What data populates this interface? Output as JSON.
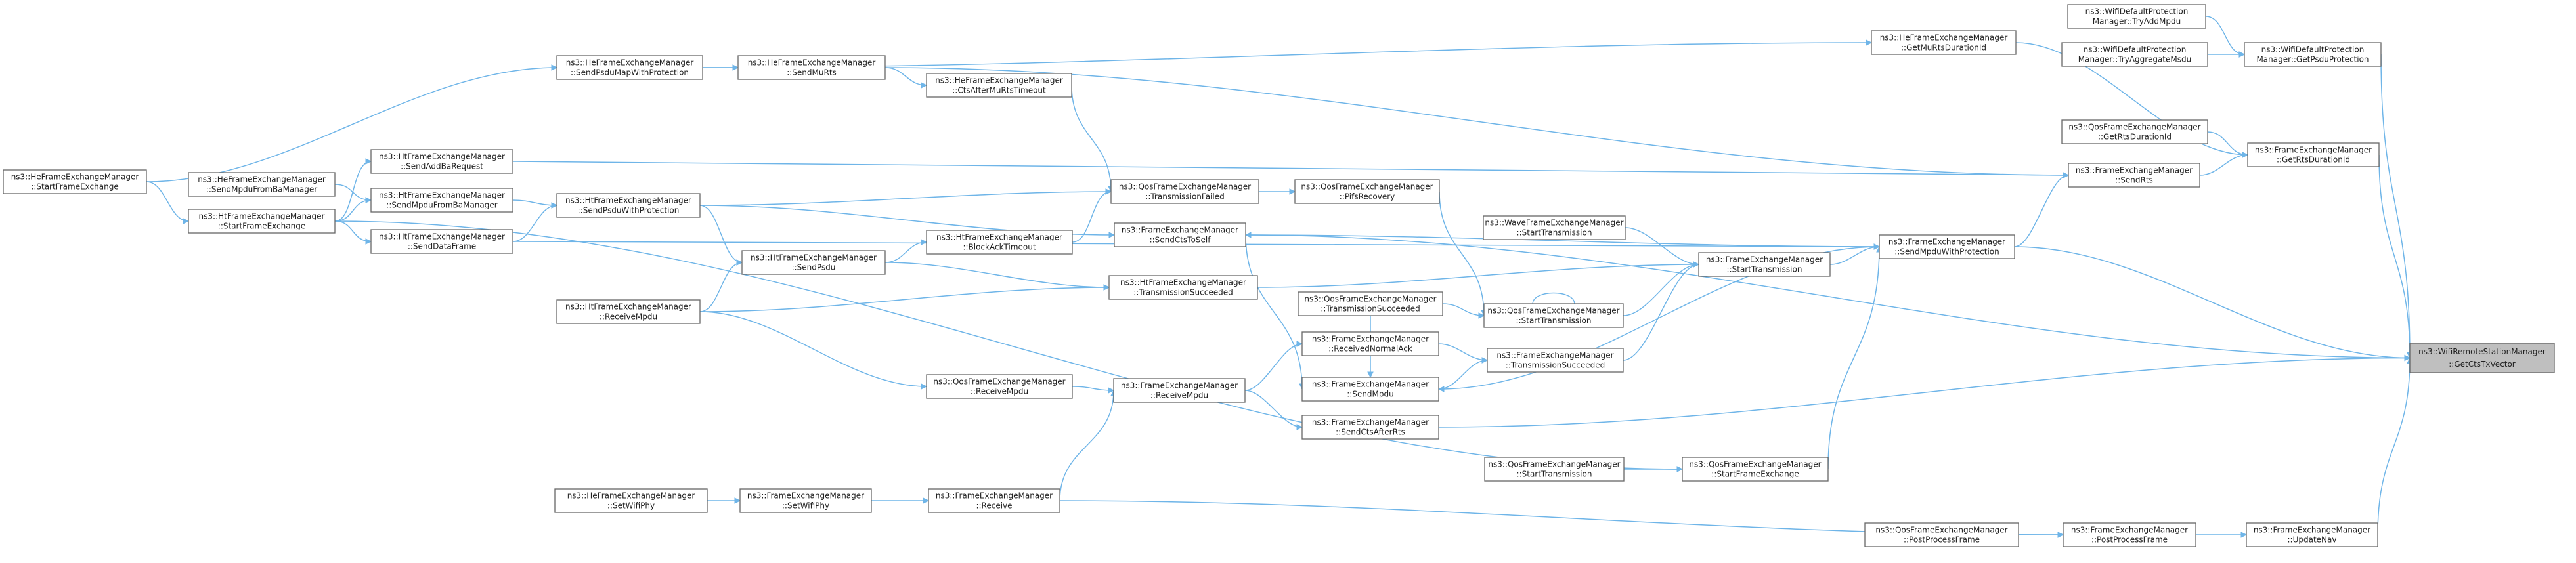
{
  "title": "",
  "nodes": {
    "root": [
      "ns3::WifiRemoteStationManager",
      "::GetCtsTxVector"
    ],
    "wdp_tryaddmpdu": [
      "ns3::WifiDefaultProtection",
      "Manager::TryAddMpdu"
    ],
    "wdp_tryaggregatemsdu": [
      "ns3::WifiDefaultProtection",
      "Manager::TryAggregateMsdu"
    ],
    "wdp_getpsduprotection": [
      "ns3::WifiDefaultProtection",
      "Manager::GetPsduProtection"
    ],
    "he_getmurtsdurationid": [
      "ns3::HeFrameExchangeManager",
      "::GetMuRtsDurationId"
    ],
    "qos_getrtsdurationid": [
      "ns3::QosFrameExchangeManager",
      "::GetRtsDurationId"
    ],
    "fem_getrtsdurationid": [
      "ns3::FrameExchangeManager",
      "::GetRtsDurationId"
    ],
    "fem_sendrts": [
      "ns3::FrameExchangeManager",
      "::SendRts"
    ],
    "fem_sendmpduwithprotection": [
      "ns3::FrameExchangeManager",
      "::SendMpduWithProtection"
    ],
    "wave_starttransmission": [
      "ns3::WaveFrameExchangeManager",
      "::StartTransmission"
    ],
    "fem_starttransmission": [
      "ns3::FrameExchangeManager",
      "::StartTransmission"
    ],
    "qos_starttransmission": [
      "ns3::QosFrameExchangeManager",
      "::StartTransmission"
    ],
    "fem_transmissionsucceeded": [
      "ns3::FrameExchangeManager",
      "::TransmissionSucceeded"
    ],
    "qos_startframeexchange": [
      "ns3::QosFrameExchangeManager",
      "::StartFrameExchange"
    ],
    "qos_starttransmission2": [
      "ns3::QosFrameExchangeManager",
      "::StartTransmission"
    ],
    "qos_postprocessframe": [
      "ns3::QosFrameExchangeManager",
      "::PostProcessFrame"
    ],
    "fem_postprocessframe": [
      "ns3::FrameExchangeManager",
      "::PostProcessFrame"
    ],
    "fem_updatenav": [
      "ns3::FrameExchangeManager",
      "::UpdateNav"
    ],
    "he_sendpsdumapwithprotection": [
      "ns3::HeFrameExchangeManager",
      "::SendPsduMapWithProtection"
    ],
    "he_sendmurts": [
      "ns3::HeFrameExchangeManager",
      "::SendMuRts"
    ],
    "he_ctsaftermurtstimeout": [
      "ns3::HeFrameExchangeManager",
      "::CtsAfterMuRtsTimeout"
    ],
    "qos_transmissionfailed": [
      "ns3::QosFrameExchangeManager",
      "::TransmissionFailed"
    ],
    "qos_pifsrecovery": [
      "ns3::QosFrameExchangeManager",
      "::PifsRecovery"
    ],
    "fem_sendctstoself": [
      "ns3::FrameExchangeManager",
      "::SendCtsToSelf"
    ],
    "ht_blockacktimeout": [
      "ns3::HtFrameExchangeManager",
      "::BlockAckTimeout"
    ],
    "ht_transmissionsucceeded": [
      "ns3::HtFrameExchangeManager",
      "::TransmissionSucceeded"
    ],
    "qos_transmissionsucceeded": [
      "ns3::QosFrameExchangeManager",
      "::TransmissionSucceeded"
    ],
    "fem_receivednormalack": [
      "ns3::FrameExchangeManager",
      "::ReceivedNormalAck"
    ],
    "fem_sendmpdu": [
      "ns3::FrameExchangeManager",
      "::SendMpdu"
    ],
    "fem_sendctsafterrts": [
      "ns3::FrameExchangeManager",
      "::SendCtsAfterRts"
    ],
    "fem_receivempdu": [
      "ns3::FrameExchangeManager",
      "::ReceiveMpdu"
    ],
    "qos_receivempdu": [
      "ns3::QosFrameExchangeManager",
      "::ReceiveMpdu"
    ],
    "fem_receive": [
      "ns3::FrameExchangeManager",
      "::Receive"
    ],
    "fem_setwifiphy": [
      "ns3::FrameExchangeManager",
      "::SetWifiPhy"
    ],
    "he_setwifiphy": [
      "ns3::HeFrameExchangeManager",
      "::SetWifiPhy"
    ],
    "ht_sendpsdu": [
      "ns3::HtFrameExchangeManager",
      "::SendPsdu"
    ],
    "ht_receivempdu": [
      "ns3::HtFrameExchangeManager",
      "::ReceiveMpdu"
    ],
    "ht_sendpsduwithprotection": [
      "ns3::HtFrameExchangeManager",
      "::SendPsduWithProtection"
    ],
    "ht_sendaddbarequest": [
      "ns3::HtFrameExchangeManager",
      "::SendAddBaRequest"
    ],
    "ht_sendmpdufrombamanager": [
      "ns3::HtFrameExchangeManager",
      "::SendMpduFromBaManager"
    ],
    "ht_senddataframe": [
      "ns3::HtFrameExchangeManager",
      "::SendDataFrame"
    ],
    "he_sendmpdufrombamanager": [
      "ns3::HeFrameExchangeManager",
      "::SendMpduFromBaManager"
    ],
    "ht_startframeexchange": [
      "ns3::HtFrameExchangeManager",
      "::StartFrameExchange"
    ],
    "he_startframeexchange": [
      "ns3::HeFrameExchangeManager",
      "::StartFrameExchange"
    ]
  }
}
